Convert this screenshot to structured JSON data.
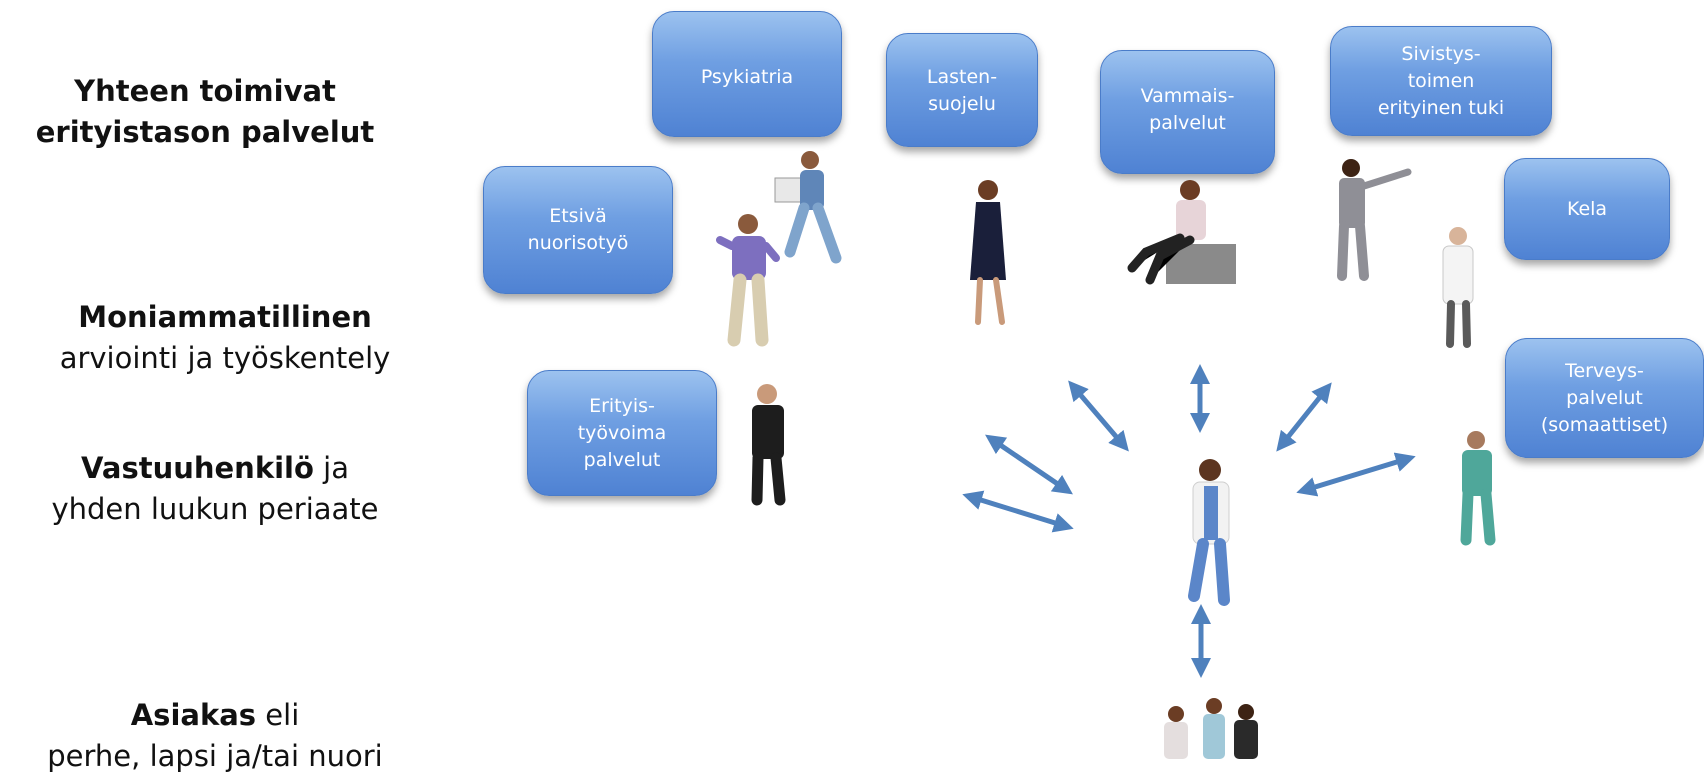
{
  "labels": {
    "specialist_1": "Yhteen toimivat",
    "specialist_2": "erityistason palvelut",
    "multi_1": "Moniammatillinen",
    "multi_2": "arviointi ja työskentely",
    "resp_bold": "Vastuuhenkilö",
    "resp_rest": " ja",
    "resp_2": "yhden luukun periaate",
    "client_bold": "Asiakas",
    "client_rest": " eli",
    "client_2": "perhe, lapsi ja/tai nuori"
  },
  "services": [
    {
      "lines": [
        "Psykiatria"
      ]
    },
    {
      "lines": [
        "Lasten-",
        "suojelu"
      ]
    },
    {
      "lines": [
        "Vammais-",
        "palvelut"
      ]
    },
    {
      "lines": [
        "Sivistys-",
        "toimen",
        "erityinen tuki"
      ]
    },
    {
      "lines": [
        "Etsivä",
        "nuorisotyö"
      ]
    },
    {
      "lines": [
        "Kela"
      ]
    },
    {
      "lines": [
        "Erityis-",
        "työvoima",
        "palvelut"
      ]
    },
    {
      "lines": [
        "Terveys-",
        "palvelut",
        "(somaattiset)"
      ]
    }
  ],
  "colors": {
    "box": "#5b8fdb",
    "arrow": "#4f81bd"
  }
}
